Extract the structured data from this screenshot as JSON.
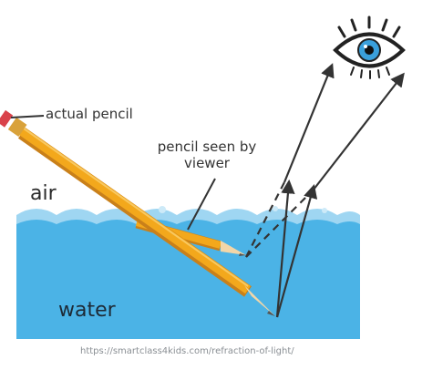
{
  "labels": {
    "actual_pencil": "actual pencil",
    "seen_line1": "pencil seen by",
    "seen_line2": "viewer",
    "air": "air",
    "water": "water",
    "source": "https://smartclass4kids.com/refraction-of-light/"
  },
  "icons": {
    "eye": "eye-icon",
    "pencil": "pencil-icon"
  },
  "colors": {
    "water": "#4bb3e6",
    "water_light": "#9fd6f2",
    "pencil_body": "#f3a81c",
    "pencil_dark": "#c9801a",
    "eraser": "#d9424a",
    "ray": "#333333"
  }
}
